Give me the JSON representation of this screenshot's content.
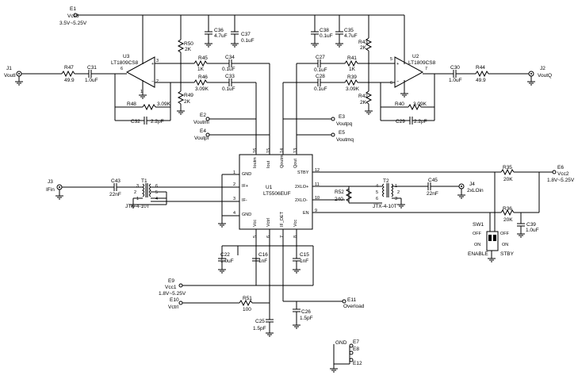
{
  "ic": {
    "u1": {
      "ref": "U1",
      "part": "LT5506EUF",
      "pins_left": [
        "GND",
        "IF+",
        "IF-",
        "GND"
      ],
      "pins_right": [
        "STBY",
        "2XLO+",
        "2XLO-",
        "EN"
      ],
      "pins_top": [
        "Ioutm",
        "Iout",
        "Qoutm",
        "Qout"
      ],
      "pins_bottom": [
        "Vcc",
        "Vctrl",
        "IF_DET",
        "Vcc"
      ],
      "pinnum_left": [
        "1",
        "2",
        "3",
        "4"
      ],
      "pinnum_right": [
        "12",
        "11",
        "10",
        "9"
      ],
      "pinnum_top": [
        "16",
        "15",
        "14",
        "13"
      ],
      "pinnum_bottom": [
        "5",
        "6",
        "7",
        "8"
      ]
    },
    "u3": {
      "ref": "U3",
      "part": "LT1809CS8"
    },
    "u2": {
      "ref": "U2",
      "part": "LT1809CS8"
    },
    "t1": {
      "ref": "T1",
      "part": "JTX-4-10T"
    },
    "t2": {
      "ref": "T2",
      "part": "JTX-4-10T"
    },
    "sw1": {
      "ref": "SW1",
      "off": "OFF",
      "on": "ON",
      "enable": "ENABLE",
      "stby": "STBY"
    }
  },
  "resistors": {
    "r47": {
      "ref": "R47",
      "val": "49.9"
    },
    "r44": {
      "ref": "R44",
      "val": "49.9"
    },
    "r50": {
      "ref": "R50",
      "val": "2K"
    },
    "r49": {
      "ref": "R49",
      "val": "2K"
    },
    "r45": {
      "ref": "R45",
      "val": "1K"
    },
    "r46": {
      "ref": "R46",
      "val": "3.09K"
    },
    "r48": {
      "ref": "R48",
      "val": "3.09K"
    },
    "r43": {
      "ref": "R43",
      "val": "2K"
    },
    "r42": {
      "ref": "R42",
      "val": "2K"
    },
    "r41": {
      "ref": "R41",
      "val": "1K"
    },
    "r39": {
      "ref": "R39",
      "val": "3.09K"
    },
    "r40": {
      "ref": "R40",
      "val": "3.09K"
    },
    "r52": {
      "ref": "R52",
      "val": "240"
    },
    "r35": {
      "ref": "R35",
      "val": "20K"
    },
    "r36": {
      "ref": "R36",
      "val": "20K"
    },
    "r51": {
      "ref": "R51",
      "val": "100"
    }
  },
  "caps": {
    "c31": {
      "ref": "C31",
      "val": "1.0uF"
    },
    "c30": {
      "ref": "C30",
      "val": "1.0uF"
    },
    "c36": {
      "ref": "C36",
      "val": "4.7uF"
    },
    "c37": {
      "ref": "C37",
      "val": "0.1uF"
    },
    "c34": {
      "ref": "C34",
      "val": "0.1uF"
    },
    "c33": {
      "ref": "C33",
      "val": "0.1uF"
    },
    "c32": {
      "ref": "C32",
      "val": "2.2pF"
    },
    "c38": {
      "ref": "C38",
      "val": "0.1uF"
    },
    "c35": {
      "ref": "C35",
      "val": "4.7uF"
    },
    "c27": {
      "ref": "C27",
      "val": "0.1uF"
    },
    "c28": {
      "ref": "C28",
      "val": "0.1uF"
    },
    "c29": {
      "ref": "C29",
      "val": "2.2pF"
    },
    "c43": {
      "ref": "C43",
      "val": "22nF"
    },
    "c45": {
      "ref": "C45",
      "val": "22nF"
    },
    "c39": {
      "ref": "C39",
      "val": "1.0uF"
    },
    "c22": {
      "ref": "C22",
      "val": "1.0uF"
    },
    "c16": {
      "ref": "C16",
      "val": "1nF"
    },
    "c15": {
      "ref": "C15",
      "val": "1nF"
    },
    "c25": {
      "ref": "C25",
      "val": "1.5pF"
    },
    "c26": {
      "ref": "C26",
      "val": "1.5pF"
    }
  },
  "nets": {
    "e1": {
      "ref": "E1",
      "name": "Vcc3",
      "range": "3.5V~5.25V"
    },
    "e6": {
      "ref": "E6",
      "name": "Vcc2",
      "range": "1.8V~5.25V"
    },
    "e9": {
      "ref": "E9",
      "name": "Vcc1",
      "range": "1.8V~5.25V"
    },
    "e2": {
      "ref": "E2",
      "name": "Voutmi"
    },
    "e4": {
      "ref": "E4",
      "name": "Voutpi"
    },
    "e3": {
      "ref": "E3",
      "name": "Voutpq"
    },
    "e5": {
      "ref": "E5",
      "name": "Voutmq"
    },
    "e10": {
      "ref": "E10",
      "name": "Vctrl"
    },
    "e11": {
      "ref": "E11",
      "name": "Overload"
    },
    "gnd": {
      "label": "GND",
      "e7": "E7",
      "e8": "E8",
      "e12": "E12"
    }
  },
  "ports": {
    "j1": {
      "ref": "J1",
      "name": "VoutI"
    },
    "j2": {
      "ref": "J2",
      "name": "VoutQ"
    },
    "j3": {
      "ref": "J3",
      "name": "IFin"
    },
    "j4": {
      "ref": "J4",
      "name": "2xLOin"
    }
  },
  "pin_numbers": {
    "u3_p1": "1",
    "u3_p2": "2",
    "u3_p3": "3",
    "u3_p6": "6",
    "u2_p5": "5",
    "u2_p6": "6",
    "u2_p7": "7",
    "t1_p1": "1",
    "t1_p2": "2",
    "t1_p3": "3",
    "t1_p4": "4",
    "t1_p5": "5",
    "t1_p6": "6",
    "t2_p1": "1",
    "t2_p2": "2",
    "t2_p3": "3",
    "t2_p4": "4",
    "t2_p5": "5",
    "t2_p6": "6"
  }
}
